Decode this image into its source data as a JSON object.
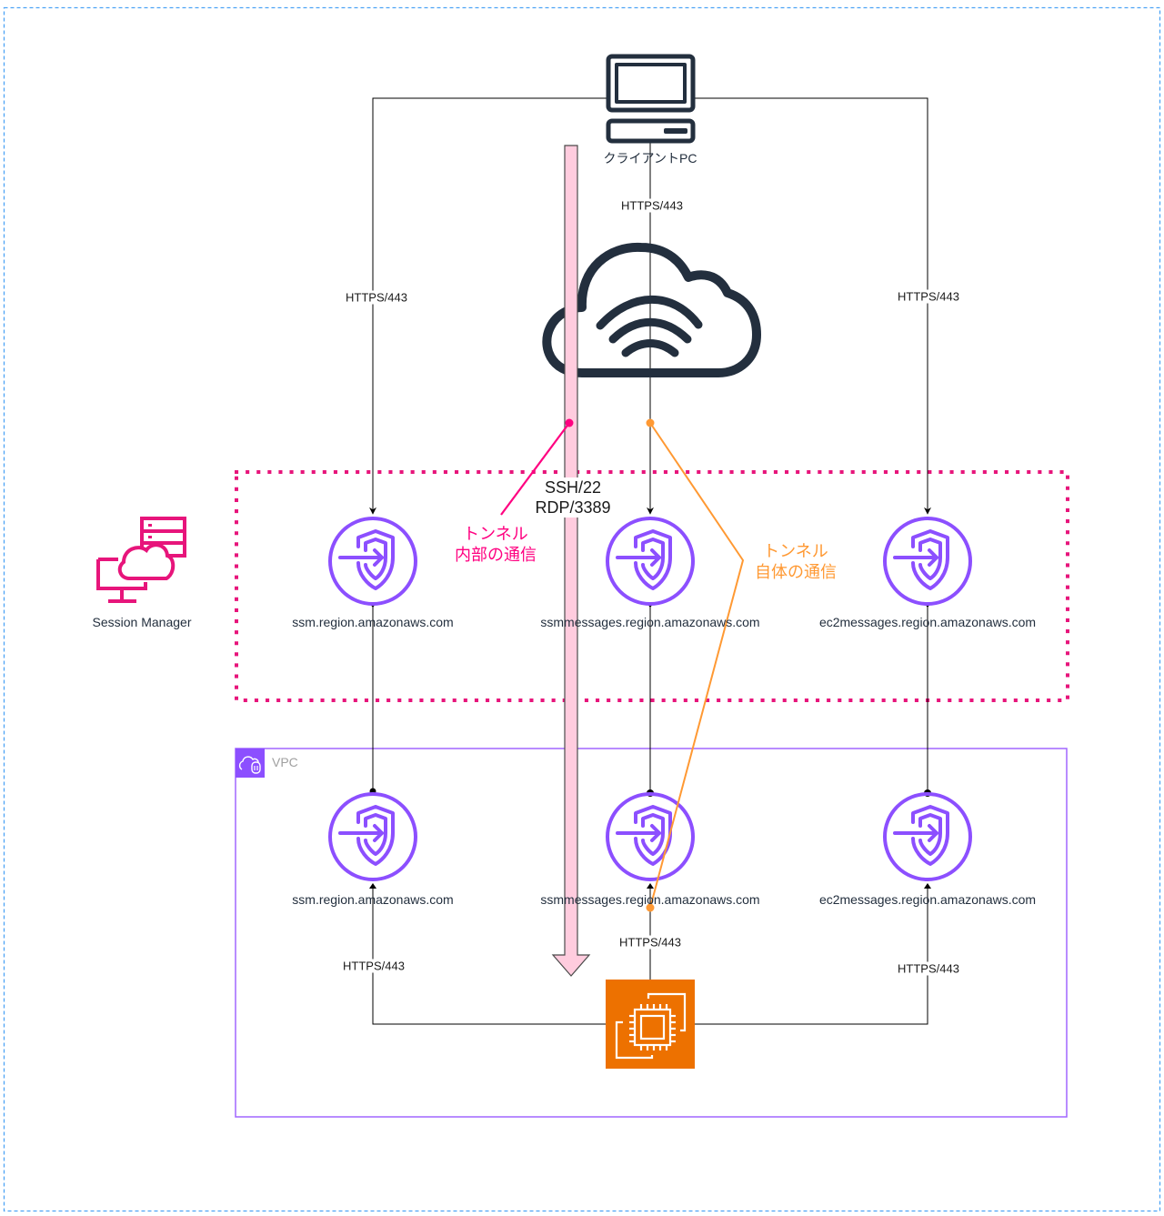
{
  "colors": {
    "page_border": "#4da3f5",
    "endpoint_purple": "#8c4fff",
    "session_manager_pink": "#e7157b",
    "tunnel_outer": "#e7157b",
    "tunnel_inner": "#ff9933",
    "dark_icon": "#232f3e",
    "ec2_orange": "#ed7100",
    "tunnel_arrow_fill": "#ffccde",
    "vpc_border": "#8c4fff"
  },
  "client": {
    "label": "クライアントPC",
    "icon": "desktop-computer-icon"
  },
  "internet": {
    "icon": "internet-cloud-icon"
  },
  "session_manager": {
    "label": "Session Manager",
    "icon": "session-manager-icon"
  },
  "vpc": {
    "label": "VPC",
    "icon": "vpc-cloud-icon"
  },
  "ec2": {
    "icon": "ec2-instance-icon"
  },
  "public_endpoints": [
    {
      "label": "ssm.region.amazonaws.com",
      "icon": "endpoint-icon"
    },
    {
      "label": "ssmmessages.region.amazonaws.com",
      "icon": "endpoint-icon"
    },
    {
      "label": "ec2messages.region.amazonaws.com",
      "icon": "endpoint-icon"
    }
  ],
  "vpc_endpoints": [
    {
      "label": "ssm.region.amazonaws.com",
      "icon": "endpoint-icon"
    },
    {
      "label": "ssmmessages.region.amazonaws.com",
      "icon": "endpoint-icon"
    },
    {
      "label": "ec2messages.region.amazonaws.com",
      "icon": "endpoint-icon"
    }
  ],
  "edges": {
    "client_to_ssm": "HTTPS/443",
    "client_to_ssmmessages": "HTTPS/443",
    "client_to_ec2messages": "HTTPS/443",
    "ec2_to_ssm": "HTTPS/443",
    "ec2_to_ssmmessages": "HTTPS/443",
    "ec2_to_ec2messages": "HTTPS/443"
  },
  "tunnel": {
    "protocols_line1": "SSH/22",
    "protocols_line2": "RDP/3389"
  },
  "notes": {
    "inner": {
      "line1": "トンネル",
      "line2": "内部の通信"
    },
    "outer": {
      "line1": "トンネル",
      "line2": "自体の通信"
    }
  }
}
